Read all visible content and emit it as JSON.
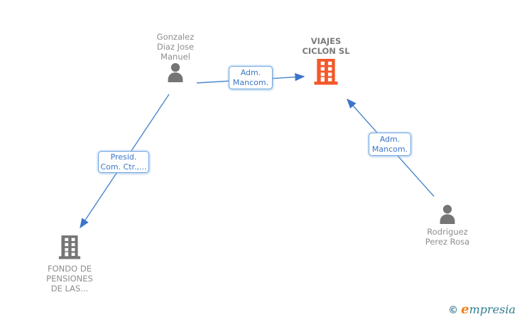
{
  "nodes": {
    "gonzalez": {
      "label": "Gonzalez\nDiaz Jose\nManuel",
      "type": "person"
    },
    "viajes": {
      "label": "VIAJES\nCICLON SL",
      "type": "company"
    },
    "fondo": {
      "label": "FONDO DE\nPENSIONES\nDE LAS...",
      "type": "company"
    },
    "rodriguez": {
      "label": "Rodriguez\nPerez Rosa",
      "type": "person"
    }
  },
  "edges": {
    "gonzalez_to_viajes": {
      "label": "Adm.\nMancom."
    },
    "gonzalez_to_fondo": {
      "label": "Presid.\nCom. Ctr.,..."
    },
    "rodriguez_to_viajes": {
      "label": "Adm.\nMancom."
    }
  },
  "watermark": {
    "copyright": "©",
    "brand_initial": "e",
    "brand_rest": "mpresia"
  },
  "colors": {
    "line_blue": "#4c87ca",
    "arrow_blue": "#3b74c9",
    "box_border_blue": "#6ba3dd",
    "box_text_blue": "#3b76c6",
    "person_gray": "#757575",
    "company_orange": "#f3582b",
    "company_gray": "#757575",
    "node_text_gray": "#8e8e8e",
    "logo_teal": "#2f7d90",
    "logo_orange": "#ef8018"
  }
}
